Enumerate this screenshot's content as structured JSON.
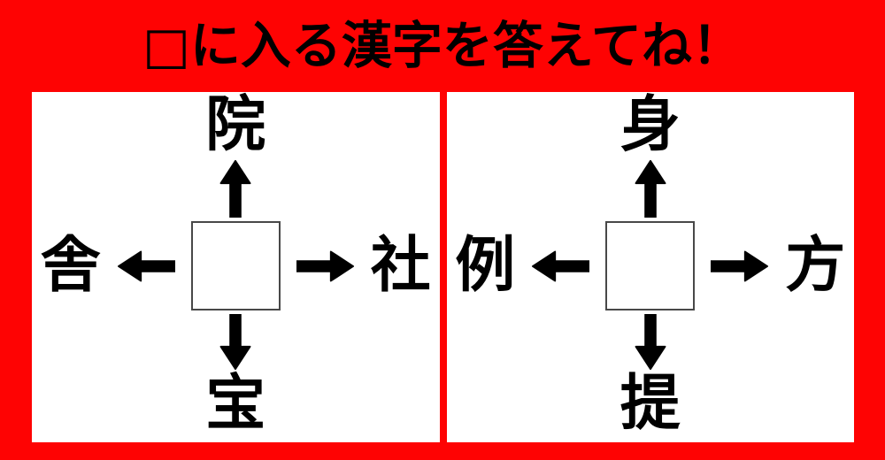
{
  "title": "□に入る漢字を答えてね！",
  "colors": {
    "background": "#fe0303",
    "panel": "#ffffff",
    "text": "#000000",
    "answer_box_border": "#484848"
  },
  "icons": {
    "up": "arrow-up-icon",
    "down": "arrow-down-icon",
    "left": "arrow-left-icon",
    "right": "arrow-right-icon"
  },
  "puzzles": [
    {
      "top": "院",
      "left": "舎",
      "right": "社",
      "bottom": "宝"
    },
    {
      "top": "身",
      "left": "例",
      "right": "方",
      "bottom": "提"
    }
  ]
}
